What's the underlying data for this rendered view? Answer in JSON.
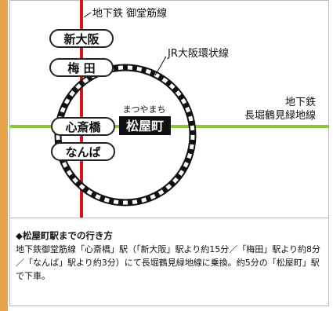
{
  "lines": {
    "midosuji": {
      "label": "地下鉄 御堂筋線",
      "color": "#d7141a"
    },
    "osaka_loop": {
      "label": "JR大阪環状線",
      "color": "#111111"
    },
    "nagahori": {
      "label_line1": "地下鉄",
      "label_line2": "長堀鶴見緑地線",
      "color": "#8cc63f"
    }
  },
  "stations": {
    "shin_osaka": "新大阪",
    "umeda": "梅 田",
    "shinsaibashi": "心斎橋",
    "namba": "なんば",
    "matsuyamachi": "松屋町",
    "matsuyamachi_reading": "まつやまち"
  },
  "directions": {
    "heading": "◆松屋町駅までの行き方",
    "text": "地下鉄御堂筋線「心斎橋」駅（「新大阪」駅より約15分／「梅田」駅より約8分／「なんば」駅より約3分）にて長堀鶴見緑地線に乗換。約5分の「松屋町」駅で下車。"
  },
  "colors": {
    "accent_bar": "#e6a54a",
    "border": "#b9b9b9"
  }
}
